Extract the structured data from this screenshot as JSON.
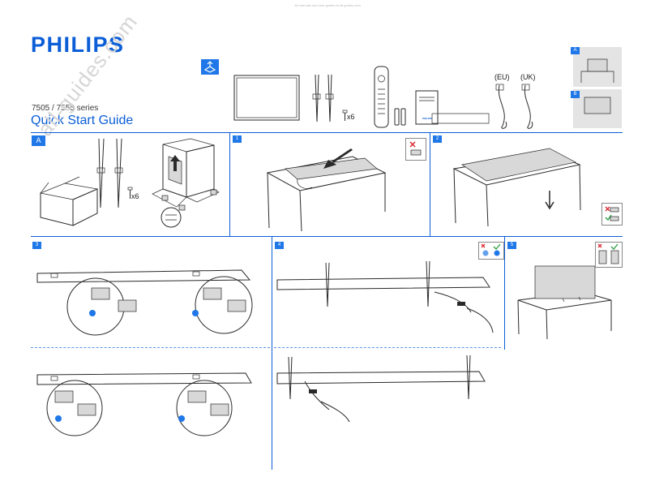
{
  "header": {
    "top_note": "All manuals and user guides at all-guides.com",
    "brand": "PHILIPS",
    "series": "7505 / 7555 series",
    "title": "Quick Start Guide",
    "watermark": "all-guides.com"
  },
  "accessories": {
    "screws_count": "x6",
    "plug_eu": "(EU)",
    "plug_uk": "(UK)",
    "booklet_brand": "PHILIPS"
  },
  "options": {
    "a": "A",
    "b": "B"
  },
  "steps": {
    "a": "A",
    "s1": "1",
    "s2": "2",
    "s3": "3",
    "s4": "4",
    "s5": "5"
  },
  "step_a": {
    "screws_count": "x6"
  },
  "colors": {
    "brand_blue": "#0b5ed7",
    "badge_blue": "#1f77e8",
    "x_red": "#d9262e",
    "check_green": "#2e9e44"
  },
  "icons": [
    "recycle-box-icon",
    "cross-icon",
    "check-icon",
    "arrow-icon"
  ]
}
